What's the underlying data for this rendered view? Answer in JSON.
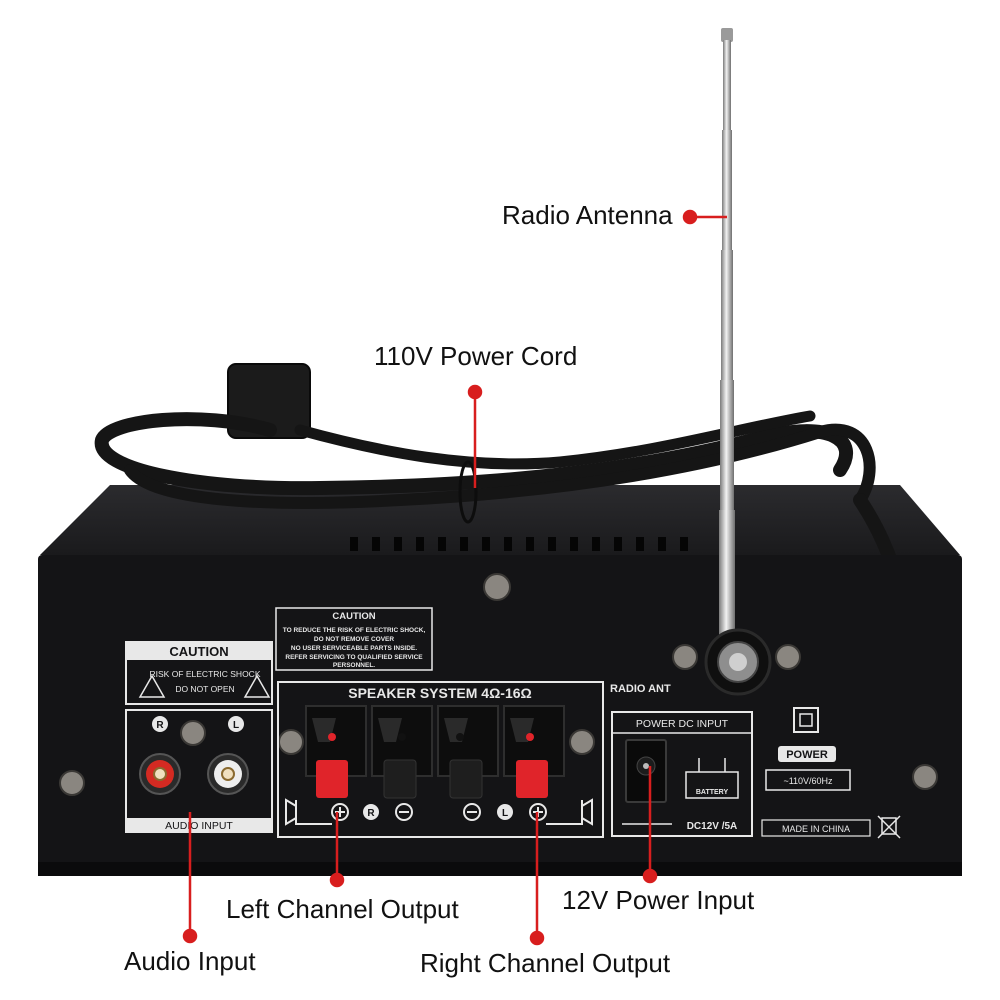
{
  "callouts": {
    "radio_antenna": "Radio Antenna",
    "power_cord": "110V Power Cord",
    "left_channel": "Left Channel Output",
    "audio_input": "Audio Input",
    "power_input": "12V Power Input",
    "right_channel": "Right Channel Output"
  },
  "panel": {
    "caution_box": {
      "title": "CAUTION",
      "line1": "RISK OF ELECTRIC SHOCK",
      "line2": "DO NOT OPEN"
    },
    "caution_notice": {
      "title": "CAUTION",
      "lines": [
        "TO REDUCE THE RISK OF ELECTRIC SHOCK,",
        "DO NOT REMOVE COVER",
        "NO USER SERVICEABLE PARTS INSIDE.",
        "REFER SERVICING TO QUALIFIED SERVICE",
        "PERSONNEL."
      ]
    },
    "speaker_system": "SPEAKER SYSTEM 4Ω-16Ω",
    "radio_ant": "RADIO ANT",
    "audio_r": "R",
    "audio_l": "L",
    "audio_input_label": "AUDIO INPUT",
    "speaker_r": "R",
    "speaker_l": "L",
    "power_dc_input": "POWER DC INPUT",
    "battery": "BATTERY",
    "dc_rating": "DC12V /5A",
    "power_label": "POWER",
    "ac_rating": "~110V/60Hz",
    "made_in": "MADE IN CHINA"
  },
  "colors": {
    "callout_dot": "#d81e1e",
    "chassis": "#141416",
    "panel_line": "#e8e8e8",
    "rca_red": "#d42a22",
    "rca_white": "#eeeeee",
    "terminal_red": "#e0242a"
  }
}
